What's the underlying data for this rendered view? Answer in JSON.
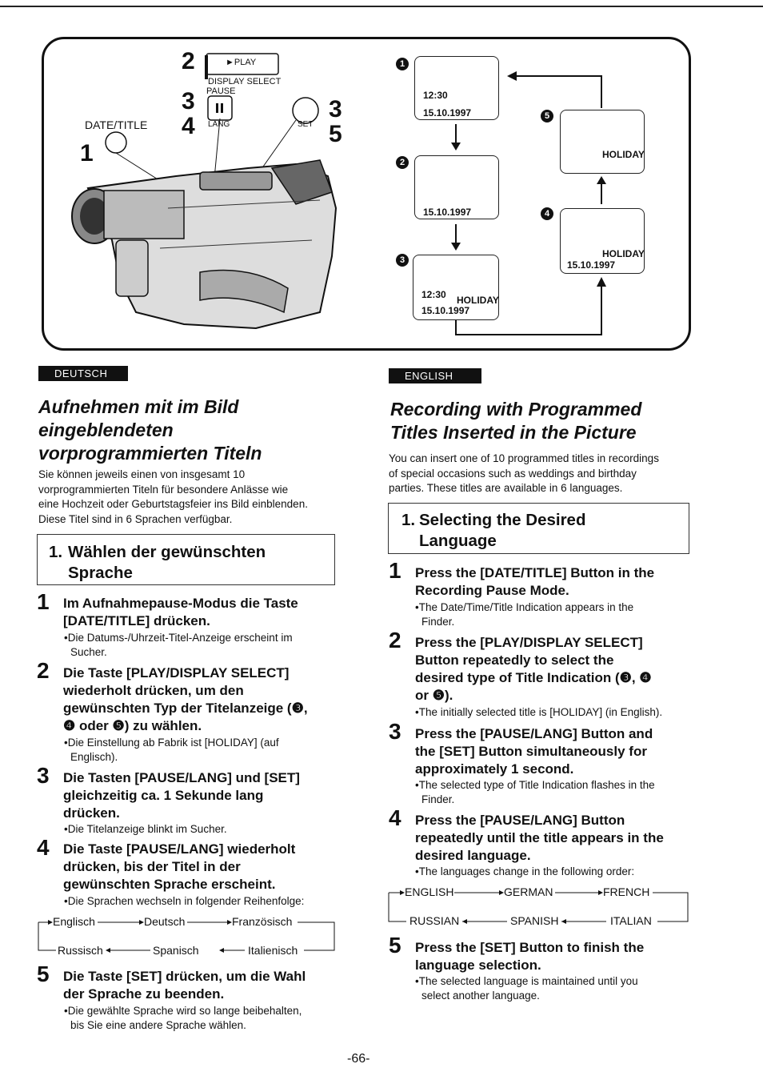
{
  "figure": {
    "camera_callouts": {
      "num_2": "2",
      "num_3a": "3",
      "num_4": "4",
      "num_1": "1",
      "num_3b": "3",
      "num_5": "5",
      "play_label": "►PLAY",
      "display_select": "DISPLAY SELECT",
      "pause": "PAUSE",
      "date_title": "DATE/TITLE",
      "lang": "LANG",
      "set": "SET"
    },
    "screens": [
      {
        "marker": "1",
        "time": "12:30",
        "title": "",
        "date": "15.10.1997"
      },
      {
        "marker": "2",
        "time": "",
        "title": "",
        "date": "15.10.1997"
      },
      {
        "marker": "3",
        "time": "12:30",
        "title": "HOLIDAY",
        "date": "15.10.1997"
      },
      {
        "marker": "4",
        "time": "",
        "title": "HOLIDAY",
        "date": "15.10.1997"
      },
      {
        "marker": "5",
        "time": "",
        "title": "HOLIDAY",
        "date": ""
      }
    ]
  },
  "deutsch": {
    "tag": "DEUTSCH",
    "title_lines": [
      "Aufnehmen mit im Bild",
      "eingeblendeten",
      "vorprogrammierten Titeln"
    ],
    "intro": [
      "Sie können jeweils einen von insgesamt 10",
      "vorprogrammierten Titeln für besondere Anlässe wie",
      "eine Hochzeit oder Geburtstagsfeier ins Bild einblenden.",
      "Diese Titel sind in 6 Sprachen verfügbar."
    ],
    "section_num": "1.",
    "section_lines": [
      "Wählen der gewünschten",
      "Sprache"
    ],
    "steps": [
      {
        "num": "1",
        "lines": [
          "Im Aufnahmepause-Modus die Taste",
          "[DATE/TITLE] drücken."
        ],
        "note": [
          "Die Datums-/Uhrzeit-Titel-Anzeige erscheint im",
          "Sucher."
        ]
      },
      {
        "num": "2",
        "lines": [
          "Die Taste [PLAY/DISPLAY SELECT]",
          "wiederholt drücken, um den",
          "gewünschten Typ der Titelanzeige (❸,",
          "❹ oder ❺) zu wählen."
        ],
        "note": [
          "Die Einstellung ab Fabrik ist [HOLIDAY] (auf",
          "Englisch)."
        ]
      },
      {
        "num": "3",
        "lines": [
          "Die Tasten [PAUSE/LANG] und [SET]",
          "gleichzeitig ca. 1 Sekunde lang",
          "drücken."
        ],
        "note": [
          "Die Titelanzeige blinkt im Sucher."
        ]
      },
      {
        "num": "4",
        "lines": [
          "Die Taste [PAUSE/LANG] wiederholt",
          "drücken, bis der Titel in der",
          "gewünschten Sprache erscheint."
        ],
        "note": [
          "Die Sprachen wechseln in folgender Reihenfolge:"
        ]
      },
      {
        "num": "5",
        "lines": [
          "Die Taste [SET] drücken, um die Wahl",
          "der Sprache zu beenden."
        ],
        "note": [
          "Die gewählte Sprache wird so lange beibehalten,",
          "bis Sie eine andere Sprache wählen."
        ]
      }
    ],
    "flow": {
      "top": [
        "Englisch",
        "Deutsch",
        "Französisch"
      ],
      "bottom": [
        "Russisch",
        "Spanisch",
        "Italienisch"
      ]
    }
  },
  "english": {
    "tag": "ENGLISH",
    "title_lines": [
      "Recording with Programmed",
      "Titles Inserted in the Picture"
    ],
    "intro": [
      "You can insert one of 10 programmed titles in recordings",
      "of special occasions such as weddings and birthday",
      "parties. These titles are available in 6 languages."
    ],
    "section_num": "1.",
    "section_lines": [
      "Selecting the Desired",
      "Language"
    ],
    "steps": [
      {
        "num": "1",
        "lines": [
          "Press the [DATE/TITLE] Button in the",
          "Recording Pause Mode."
        ],
        "note": [
          "The Date/Time/Title Indication appears in the",
          "Finder."
        ]
      },
      {
        "num": "2",
        "lines": [
          "Press the [PLAY/DISPLAY SELECT]",
          "Button repeatedly to select the",
          "desired type of Title Indication (❸, ❹",
          "or ❺)."
        ],
        "note": [
          "The initially selected title is [HOLIDAY] (in English)."
        ]
      },
      {
        "num": "3",
        "lines": [
          "Press the [PAUSE/LANG] Button and",
          "the [SET] Button simultaneously for",
          "approximately 1 second."
        ],
        "note": [
          "The selected type of Title Indication flashes in the",
          "Finder."
        ]
      },
      {
        "num": "4",
        "lines": [
          "Press the [PAUSE/LANG] Button",
          "repeatedly until the title appears in the",
          "desired language."
        ],
        "note": [
          "The languages change in the following order:"
        ]
      },
      {
        "num": "5",
        "lines": [
          "Press the [SET] Button to finish the",
          "language selection."
        ],
        "note": [
          "The selected language is maintained until you",
          "select another language."
        ]
      }
    ],
    "flow": {
      "top": [
        "ENGLISH",
        "GERMAN",
        "FRENCH"
      ],
      "bottom": [
        "RUSSIAN",
        "SPANISH",
        "ITALIAN"
      ]
    }
  },
  "page_number": "-66-"
}
